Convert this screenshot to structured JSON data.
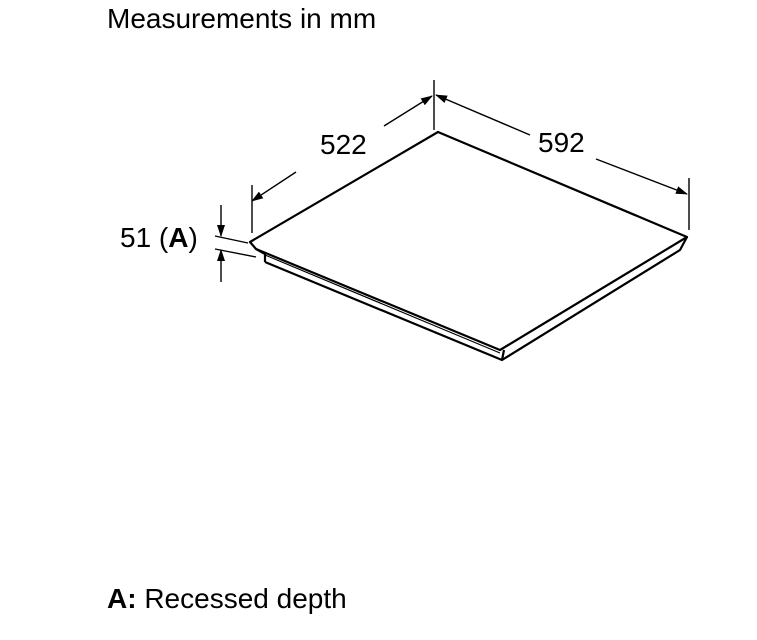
{
  "title": "Measurements in mm",
  "dimensions": {
    "depth": "522",
    "width": "592",
    "height_value": "51 (",
    "height_key": "A",
    "height_close": ")"
  },
  "legend": {
    "key": "A:",
    "text": " Recessed depth"
  }
}
